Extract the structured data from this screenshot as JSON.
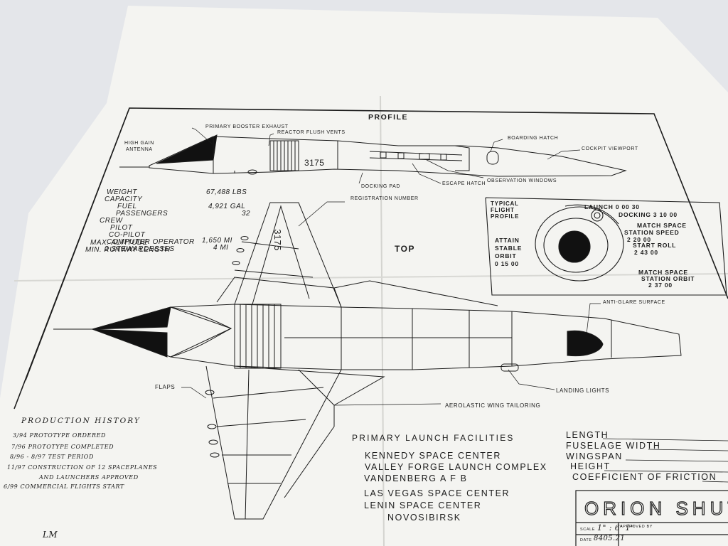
{
  "drawing": {
    "profile_title": "PROFILE",
    "top_title": "TOP",
    "registration": "3175"
  },
  "callouts": {
    "primary_booster_exhaust": "PRIMARY BOOSTER EXHAUST",
    "reactor_flush_vents": "REACTOR FLUSH VENTS",
    "boarding_hatch": "BOARDING HATCH",
    "high_gain_antenna_1": "HIGH GAIN",
    "high_gain_antenna_2": "ANTENNA",
    "cockpit_viewport": "COCKPIT VIEWPORT",
    "observation_windows": "OBSERVATION WINDOWS",
    "escape_hatch": "ESCAPE HATCH",
    "docking_pad": "DOCKING PAD",
    "registration_number": "REGISTRATION NUMBER",
    "anti_glare_surface": "ANTI-GLARE SURFACE",
    "landing_lights": "LANDING LIGHTS",
    "flaps": "FLAPS",
    "aerolastic_wing_tailoring": "AEROLASTIC WING TAILORING"
  },
  "specs": {
    "weight_label": "WEIGHT",
    "weight_value": "67,488 LBS",
    "capacity_label": "CAPACITY",
    "fuel_label": "FUEL",
    "fuel_value": "4,921 GAL",
    "passengers_label": "PASSENGERS",
    "passengers_value": "32",
    "crew_label": "CREW",
    "crew_items": [
      "PILOT",
      "CO-PILOT",
      "COMPUTER OPERATOR",
      "2 STEWARDESSES"
    ],
    "max_altitude_label": "MAX. ALTITUDE",
    "max_altitude_value": "1,650 MI",
    "min_runway_label": "MIN. RUNWAY LENGTH",
    "min_runway_value": "4 MI"
  },
  "flight_profile": {
    "title_lines": [
      "TYPICAL",
      "FLIGHT",
      "PROFILE"
    ],
    "launch": "LAUNCH 0 00 30",
    "docking": "DOCKING 3 10 00",
    "match_speed_1": "MATCH SPACE",
    "match_speed_2": "STATION SPEED",
    "match_speed_3": "2 20 00",
    "start_roll_1": "START ROLL",
    "start_roll_2": "2 43 00",
    "attain_1": "ATTAIN",
    "attain_2": "STABLE",
    "attain_3": "ORBIT",
    "attain_4": "0 15 00",
    "match_orbit_1": "MATCH SPACE",
    "match_orbit_2": "STATION ORBIT",
    "match_orbit_3": "2 37 00"
  },
  "production_history": {
    "title": "PRODUCTION HISTORY",
    "items": [
      "3/94  PROTOTYPE ORDERED",
      "7/96  PROTOTYPE COMPLETED",
      "8/96 - 8/97  TEST PERIOD",
      "11/97  CONSTRUCTION OF 12 SPACEPLANES",
      "AND LAUNCHERS APPROVED",
      "6/99  COMMERCIAL FLIGHTS START"
    ]
  },
  "launch_facilities": {
    "title": "PRIMARY LAUNCH FACILITIES",
    "items": [
      "KENNEDY SPACE CENTER",
      "VALLEY FORGE LAUNCH COMPLEX",
      "VANDENBERG A F B",
      "LAS VEGAS SPACE CENTER",
      "LENIN SPACE CENTER",
      "NOVOSIBIRSK"
    ]
  },
  "dimensions": {
    "items": [
      "LENGTH",
      "FUSELAGE WIDTH",
      "WINGSPAN",
      "HEIGHT",
      "COEFFICIENT OF FRICTION"
    ]
  },
  "title_block": {
    "name": "ORION SHUT",
    "scale_label": "SCALE",
    "scale_value": "1\" : 6' 1\"",
    "date_label": "DATE",
    "date_value": "8405.21",
    "approved_label": "APPROVED BY",
    "initials": "LM"
  },
  "colors": {
    "background": "#e4e6ea",
    "sheet": "#f4f4f1",
    "ink": "#1c1c1c"
  }
}
